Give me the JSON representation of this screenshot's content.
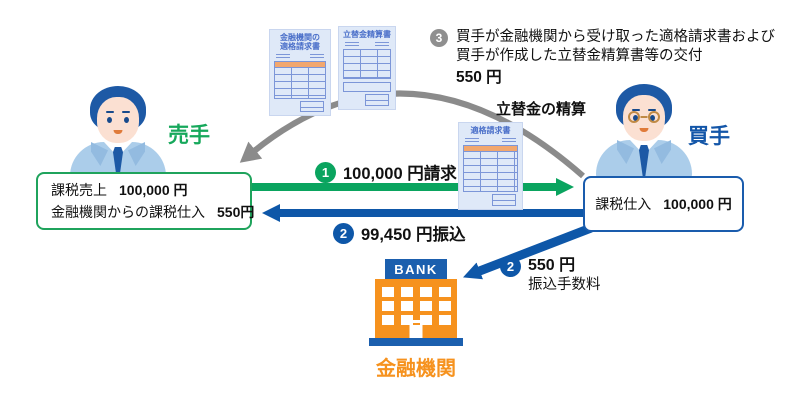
{
  "seller": {
    "label": "売手",
    "box": {
      "rows": [
        {
          "label": "課税売上",
          "value": "100,000 円"
        },
        {
          "label": "金融機関からの課税仕入",
          "value": "550円"
        }
      ]
    }
  },
  "buyer": {
    "label": "買手",
    "box": {
      "label": "課税仕入",
      "value": "100,000 円"
    }
  },
  "documents": {
    "bank_invoice": {
      "title_line1": "金融機関の",
      "title_line2": "適格請求書"
    },
    "settlement_sheet": {
      "title": "立替金精算書"
    },
    "qualified_invoice": {
      "title": "適格請求書"
    }
  },
  "arrows": {
    "claim": {
      "number": "1",
      "label": "100,000 円請求"
    },
    "transfer": {
      "number": "2",
      "label": "99,450 円振込"
    },
    "fee": {
      "number": "2",
      "amount": "550 円",
      "label": "振込手数料"
    },
    "settlement": {
      "number": "3",
      "line1": "買手が金融機関から受け取った適格請求書および",
      "line2": "買手が作成した立替金精算書等の交付",
      "amount": "550 円",
      "arc_label": "立替金の精算"
    }
  },
  "bank": {
    "sign": "BANK",
    "label": "金融機関"
  },
  "colors": {
    "green": "#0aa45f",
    "blue": "#0e57a8",
    "gray": "#8b8b8b",
    "orange": "#f6921e",
    "doc_bg": "#dfe9f8"
  }
}
